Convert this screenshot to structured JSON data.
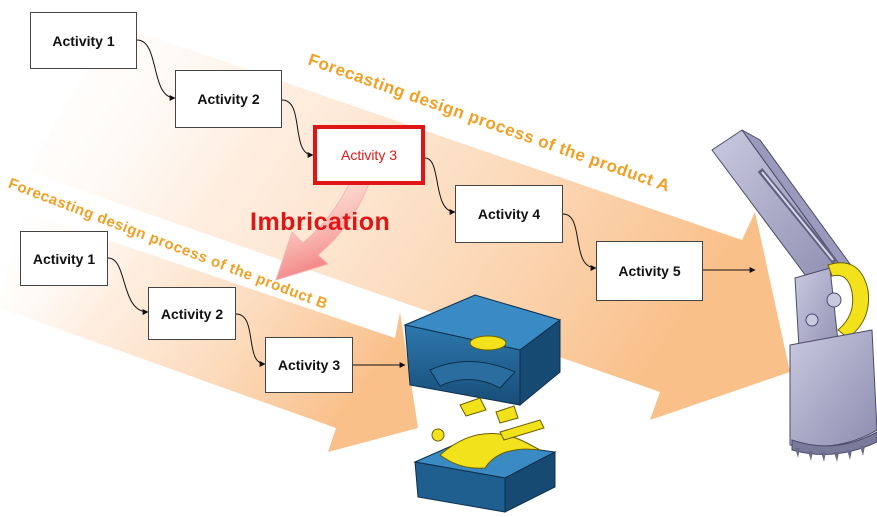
{
  "process_a": {
    "label": "Forecasting design process of the product A",
    "activities": [
      "Activity 1",
      "Activity 2",
      "Activity 3",
      "Activity 4",
      "Activity 5"
    ]
  },
  "process_b": {
    "label": "Forecasting design process of the product B",
    "activities": [
      "Activity 1",
      "Activity 2",
      "Activity 3"
    ]
  },
  "imbrication_label": "Imbrication",
  "colors": {
    "highlight": "#e01616",
    "process_label": "#f0a024",
    "arrow_fill": "#f9c48c",
    "mold_blue": "#1f5f8f",
    "part_yellow": "#f2e21c",
    "excavator_grey": "#a8a8c8"
  },
  "images": {
    "mold": "mold-assembly-image",
    "excavator": "excavator-arm-image"
  }
}
